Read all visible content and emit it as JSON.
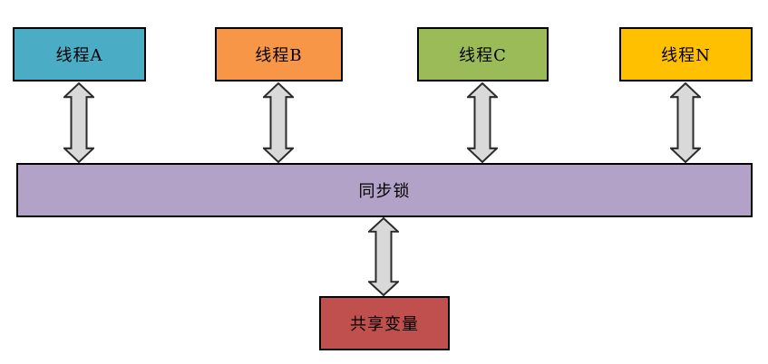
{
  "diagram": {
    "description": "Multi-thread synchronization lock diagram",
    "threads": [
      {
        "label": "线程A",
        "color": "#4BACC6"
      },
      {
        "label": "线程B",
        "color": "#F79646"
      },
      {
        "label": "线程C",
        "color": "#9BBB59"
      },
      {
        "label": "线程N",
        "color": "#FFC000"
      }
    ],
    "lock": {
      "label": "同步锁",
      "color": "#B3A2C7"
    },
    "shared": {
      "label": "共享变量",
      "color": "#C0504D"
    },
    "arrow": {
      "fill": "#D9D9D9",
      "stroke": "#2B2B2B",
      "type": "bidirectional"
    },
    "connections": [
      {
        "from": "线程A",
        "to": "同步锁",
        "type": "bidirectional"
      },
      {
        "from": "线程B",
        "to": "同步锁",
        "type": "bidirectional"
      },
      {
        "from": "线程C",
        "to": "同步锁",
        "type": "bidirectional"
      },
      {
        "from": "线程N",
        "to": "同步锁",
        "type": "bidirectional"
      },
      {
        "from": "同步锁",
        "to": "共享变量",
        "type": "bidirectional"
      }
    ]
  }
}
